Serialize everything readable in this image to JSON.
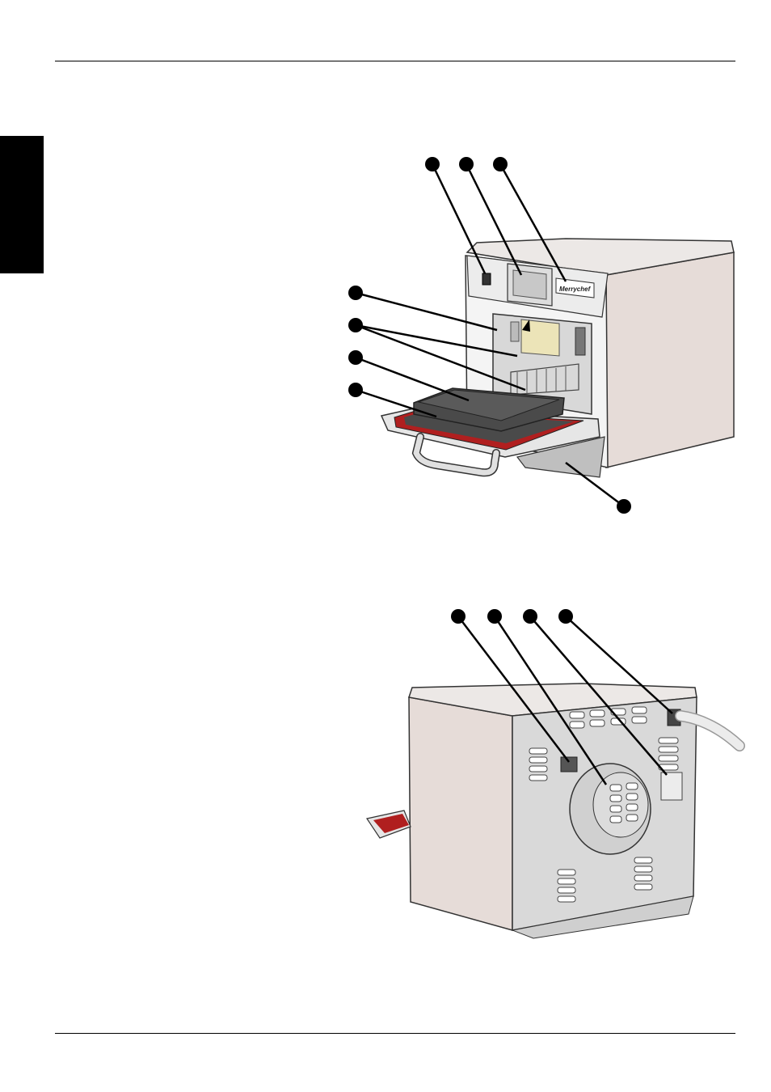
{
  "page": {
    "header_rule": true,
    "footer_rule": true,
    "side_tab_color": "#000000"
  },
  "front_view": {
    "brand_logo": "Merrychef",
    "callout_count": 8
  },
  "rear_view": {
    "callout_count": 4
  },
  "colors": {
    "cabinet_side": "#e6dcd8",
    "panel_grey": "#d9d9d9",
    "cavity_liner": "#ece4b8",
    "tray_dark": "#4a4a4a",
    "seal_red": "#b01f1f",
    "callout_dot": "#000000"
  }
}
